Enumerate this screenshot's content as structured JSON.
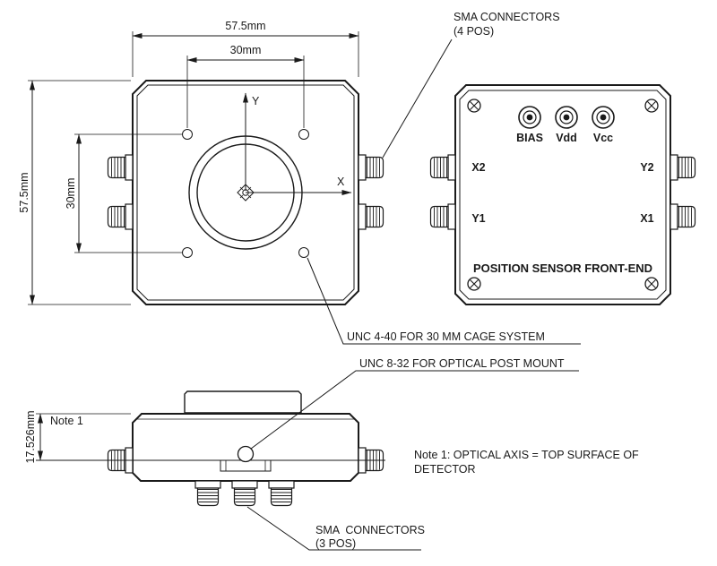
{
  "drawing": {
    "front_view": {
      "dim_width_outer": "57.5mm",
      "dim_width_inner": "30mm",
      "dim_height_outer": "57.5mm",
      "dim_height_inner": "30mm",
      "axis_x_label": "X",
      "axis_y_label": "Y"
    },
    "back_view": {
      "connector_bias": "BIAS",
      "connector_vdd": "Vdd",
      "connector_vcc": "Vcc",
      "sma_top_left": "X2",
      "sma_top_right": "Y2",
      "sma_bottom_left": "Y1",
      "sma_bottom_right": "X1",
      "panel_title": "POSITION SENSOR FRONT-END"
    },
    "side_view": {
      "dim_height": "17.526mm",
      "note_ref": "Note 1"
    },
    "callouts": {
      "sma_top_line1": "SMA CONNECTORS",
      "sma_top_line2": "(4 POS)",
      "cage_system": "UNC 4-40 FOR 30 MM CAGE SYSTEM",
      "post_mount": "UNC 8-32 FOR OPTICAL POST MOUNT",
      "sma_bottom_line1": "SMA  CONNECTORS",
      "sma_bottom_line2": "(3 POS)",
      "note1_line1": "Note 1: OPTICAL AXIS = TOP SURFACE OF",
      "note1_line2": "DETECTOR"
    },
    "colors": {
      "line": "#1a1a1a",
      "background": "#ffffff"
    }
  }
}
